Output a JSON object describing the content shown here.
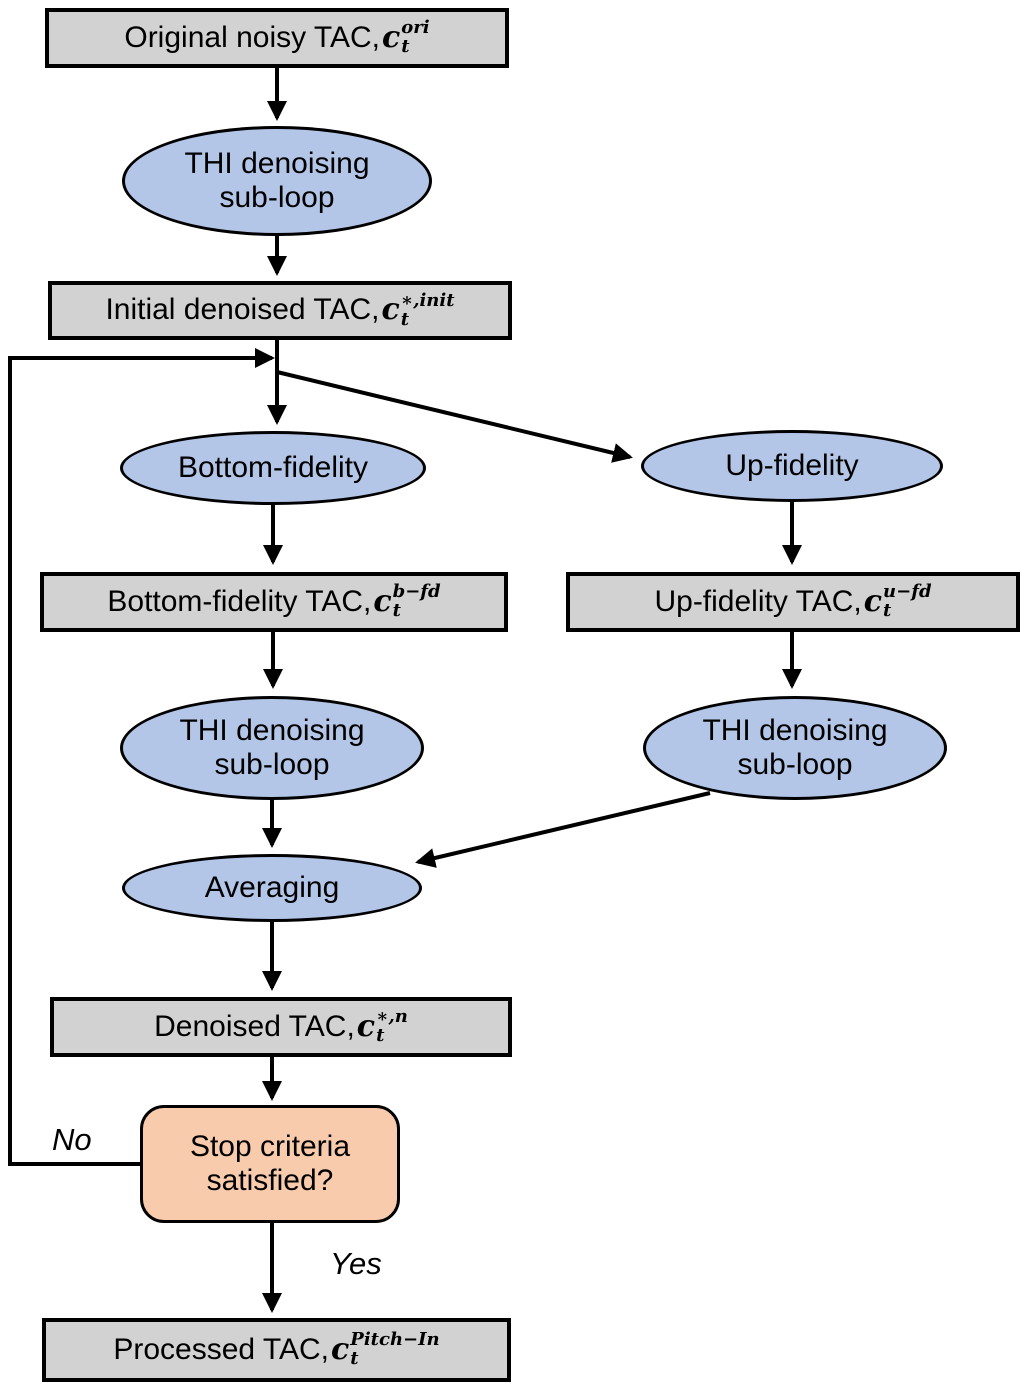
{
  "colors": {
    "box_fill": "#d2d2d2",
    "ellipse_fill": "#b3c6e7",
    "decision_fill": "#f8cbad",
    "border": "#000000",
    "arrow": "#000000"
  },
  "nodes": {
    "original": {
      "prefix": "Original noisy TAC, ",
      "var": "c",
      "sub": "t",
      "sup": "ori"
    },
    "thi1": {
      "line1": "THI denoising",
      "line2": "sub-loop"
    },
    "initial": {
      "prefix": "Initial denoised TAC,",
      "var": "c",
      "sub": "t",
      "sup": "∗,init"
    },
    "bottom_fidelity": {
      "label": "Bottom-fidelity"
    },
    "up_fidelity": {
      "label": "Up-fidelity"
    },
    "bottom_tac": {
      "prefix": "Bottom-fidelity TAC,",
      "var": "c",
      "sub": "t",
      "sup": "b−fd"
    },
    "up_tac": {
      "prefix": "Up-fidelity TAC,",
      "var": "c",
      "sub": "t",
      "sup": "u−fd"
    },
    "thi2": {
      "line1": "THI denoising",
      "line2": "sub-loop"
    },
    "thi3": {
      "line1": "THI denoising",
      "line2": "sub-loop"
    },
    "averaging": {
      "label": "Averaging"
    },
    "denoised": {
      "prefix": "Denoised TAC,",
      "var": "c",
      "sub": "t",
      "sup": "∗,n"
    },
    "stop": {
      "line1": "Stop criteria",
      "line2": "satisfied?"
    },
    "processed": {
      "prefix": "Processed TAC,",
      "var": "c",
      "sub": "t",
      "sup": "Pitch−In"
    }
  },
  "edge_labels": {
    "no": "No",
    "yes": "Yes"
  }
}
